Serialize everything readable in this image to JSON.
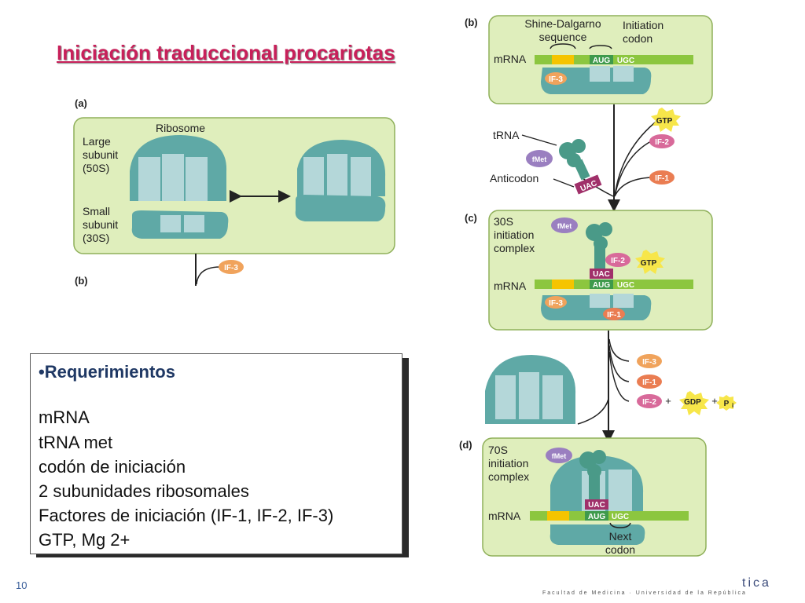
{
  "title": "Iniciación traduccional procariotas",
  "panel_a": {
    "label": "(a)",
    "ribosome": "Ribosome",
    "large_subunit": [
      "Large",
      "subunit",
      "(50S)"
    ],
    "small_subunit": [
      "Small",
      "subunit",
      "(30S)"
    ],
    "bottom_label": "(b)",
    "if3": "IF-3"
  },
  "panel_b": {
    "label": "(b)",
    "shine_dalgarno": [
      "Shine-Dalgarno",
      "sequence"
    ],
    "initiation_codon": [
      "Initiation",
      "codon"
    ],
    "mrna": "mRNA",
    "codon_start": "AUG",
    "codon_next": "UGC",
    "if3": "IF-3"
  },
  "trna_stage": {
    "trna": "tRNA",
    "fmet": "fMet",
    "anticodon_label": "Anticodon",
    "anticodon": "UAC",
    "gtp": "GTP",
    "if2": "IF-2",
    "if1": "IF-1"
  },
  "panel_c": {
    "label": "(c)",
    "complex": [
      "30S",
      "initiation",
      "complex"
    ],
    "fmet": "fMet",
    "if2": "IF-2",
    "gtp": "GTP",
    "anticodon": "UAC",
    "mrna": "mRNA",
    "codon_start": "AUG",
    "codon_next": "UGC",
    "if3": "IF-3",
    "if1": "IF-1"
  },
  "release_stage": {
    "if3": "IF-3",
    "if1": "IF-1",
    "if2": "IF-2",
    "plus": "+",
    "gdp": "GDP",
    "p": "P",
    "p_sub": "i"
  },
  "panel_d": {
    "label": "(d)",
    "complex": [
      "70S",
      "initiation",
      "complex"
    ],
    "fmet": "fMet",
    "anticodon": "UAC",
    "mrna": "mRNA",
    "codon_start": "AUG",
    "codon_next": "UGC",
    "next_codon": [
      "Next",
      "codon"
    ]
  },
  "requirements": {
    "heading": "•Requerimientos",
    "items": [
      "mRNA",
      "tRNA met",
      "codón de iniciación",
      "2 subunidades ribosomales",
      "Factores de iniciación (IF-1, IF-2, IF-3)",
      "GTP, Mg 2+"
    ]
  },
  "footer": {
    "page_number": "10",
    "brand": "tica",
    "sub": "Facultad de Medicina · Universidad de la República"
  },
  "colors": {
    "panel_bg": "#dfeebc",
    "ribosome": "#5fa9a6",
    "ribosome_window": "#b4d7d9",
    "mrna": "#8cc63f",
    "shine_dalgarno": "#f5c400",
    "codon": "#3f9a4c",
    "if3": "#f0a35c",
    "if2": "#d86a9a",
    "if1": "#ea7d52",
    "gtp": "#f7e64a",
    "fmet": "#9a7fc0",
    "anticodon": "#a0306a",
    "trna": "#4a9a88"
  }
}
